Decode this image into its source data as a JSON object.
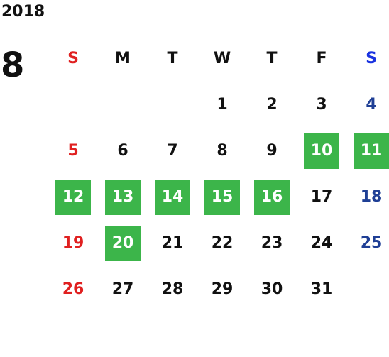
{
  "calendar": {
    "year": "2018",
    "month": "8",
    "weekdays": [
      {
        "label": "S",
        "color": "#e02020"
      },
      {
        "label": "M",
        "color": "#111111"
      },
      {
        "label": "T",
        "color": "#111111"
      },
      {
        "label": "W",
        "color": "#111111"
      },
      {
        "label": "T",
        "color": "#111111"
      },
      {
        "label": "F",
        "color": "#111111"
      },
      {
        "label": "S",
        "color": "#1a33e0"
      }
    ],
    "day_colors": {
      "sunday": "#e02020",
      "saturday": "#1f3f95",
      "weekday": "#111111",
      "highlight_bg": "#3cb54a",
      "highlight_text": "#ffffff"
    },
    "weeks": [
      [
        {
          "day": ""
        },
        {
          "day": ""
        },
        {
          "day": ""
        },
        {
          "day": "1"
        },
        {
          "day": "2"
        },
        {
          "day": "3"
        },
        {
          "day": "4"
        }
      ],
      [
        {
          "day": "5"
        },
        {
          "day": "6"
        },
        {
          "day": "7"
        },
        {
          "day": "8"
        },
        {
          "day": "9"
        },
        {
          "day": "10",
          "highlighted": true
        },
        {
          "day": "11",
          "highlighted": true
        }
      ],
      [
        {
          "day": "12",
          "highlighted": true
        },
        {
          "day": "13",
          "highlighted": true
        },
        {
          "day": "14",
          "highlighted": true
        },
        {
          "day": "15",
          "highlighted": true
        },
        {
          "day": "16",
          "highlighted": true
        },
        {
          "day": "17"
        },
        {
          "day": "18"
        }
      ],
      [
        {
          "day": "19"
        },
        {
          "day": "20",
          "highlighted": true
        },
        {
          "day": "21"
        },
        {
          "day": "22"
        },
        {
          "day": "23"
        },
        {
          "day": "24"
        },
        {
          "day": "25"
        }
      ],
      [
        {
          "day": "26"
        },
        {
          "day": "27"
        },
        {
          "day": "28"
        },
        {
          "day": "29"
        },
        {
          "day": "30"
        },
        {
          "day": "31"
        },
        {
          "day": ""
        }
      ]
    ]
  }
}
